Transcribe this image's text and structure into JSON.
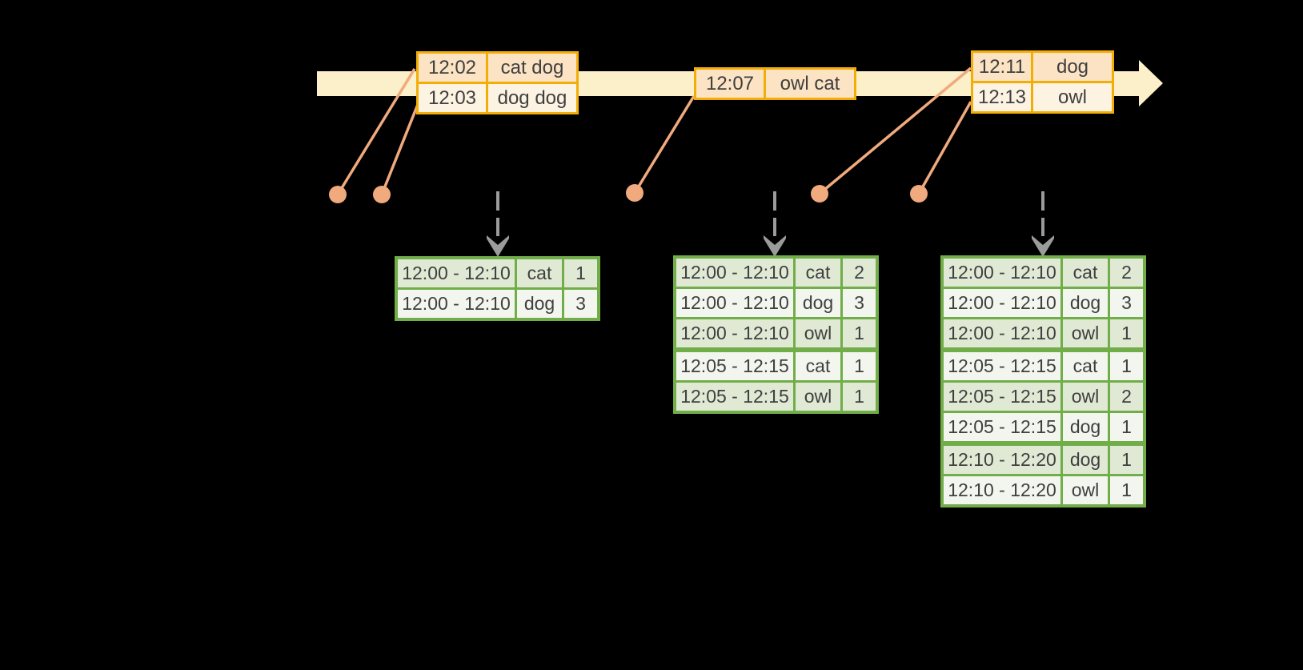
{
  "diagram": {
    "kind": "streaming-windowed-aggregation-timeline",
    "colors": {
      "background": "#000000",
      "timeline_fill": "#fbf0c9",
      "event_table_border": "#f2ae07",
      "event_row_dark": "#fbe3c3",
      "event_row_light": "#fdf3e3",
      "connector_salmon": "#f0aa7d",
      "result_table_border": "#71ad49",
      "result_row_dark": "#dfe9d4",
      "result_row_light": "#f2f6ee",
      "trigger_arrow_gray": "#9b9b9b",
      "text": "#3f3f3f"
    }
  },
  "timeline": {
    "events": [
      {
        "rows": [
          {
            "time": "12:02",
            "words": "cat dog"
          },
          {
            "time": "12:03",
            "words": "dog dog"
          }
        ]
      },
      {
        "rows": [
          {
            "time": "12:07",
            "words": "owl cat"
          }
        ]
      },
      {
        "rows": [
          {
            "time": "12:11",
            "words": "dog"
          },
          {
            "time": "12:13",
            "words": "owl"
          }
        ]
      }
    ]
  },
  "result_tables": [
    {
      "rows": [
        {
          "window": "12:00 - 12:10",
          "word": "cat",
          "count": "1"
        },
        {
          "window": "12:00 - 12:10",
          "word": "dog",
          "count": "3"
        }
      ]
    },
    {
      "rows": [
        {
          "window": "12:00 - 12:10",
          "word": "cat",
          "count": "2"
        },
        {
          "window": "12:00 - 12:10",
          "word": "dog",
          "count": "3"
        },
        {
          "window": "12:00 - 12:10",
          "word": "owl",
          "count": "1"
        },
        {
          "window": "12:05 - 12:15",
          "word": "cat",
          "count": "1"
        },
        {
          "window": "12:05 - 12:15",
          "word": "owl",
          "count": "1"
        }
      ]
    },
    {
      "rows": [
        {
          "window": "12:00 - 12:10",
          "word": "cat",
          "count": "2"
        },
        {
          "window": "12:00 - 12:10",
          "word": "dog",
          "count": "3"
        },
        {
          "window": "12:00 - 12:10",
          "word": "owl",
          "count": "1"
        },
        {
          "window": "12:05 - 12:15",
          "word": "cat",
          "count": "1"
        },
        {
          "window": "12:05 - 12:15",
          "word": "owl",
          "count": "2"
        },
        {
          "window": "12:05 - 12:15",
          "word": "dog",
          "count": "1"
        },
        {
          "window": "12:10 - 12:20",
          "word": "dog",
          "count": "1"
        },
        {
          "window": "12:10 - 12:20",
          "word": "owl",
          "count": "1"
        }
      ]
    }
  ]
}
